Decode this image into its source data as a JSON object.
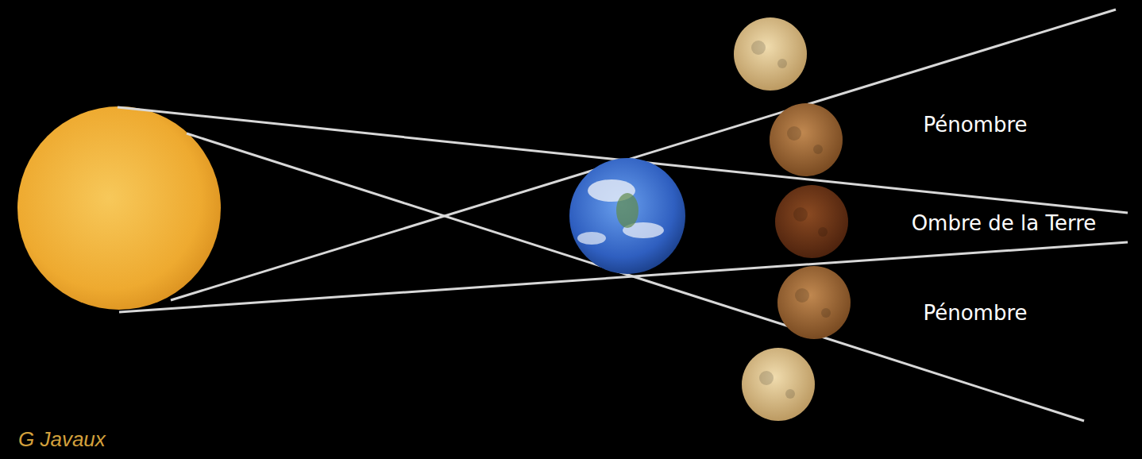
{
  "diagram": {
    "labels": [
      "Pénombre",
      "Ombre de la Terre",
      "Pénombre",
      "G Javaux"
    ]
  }
}
